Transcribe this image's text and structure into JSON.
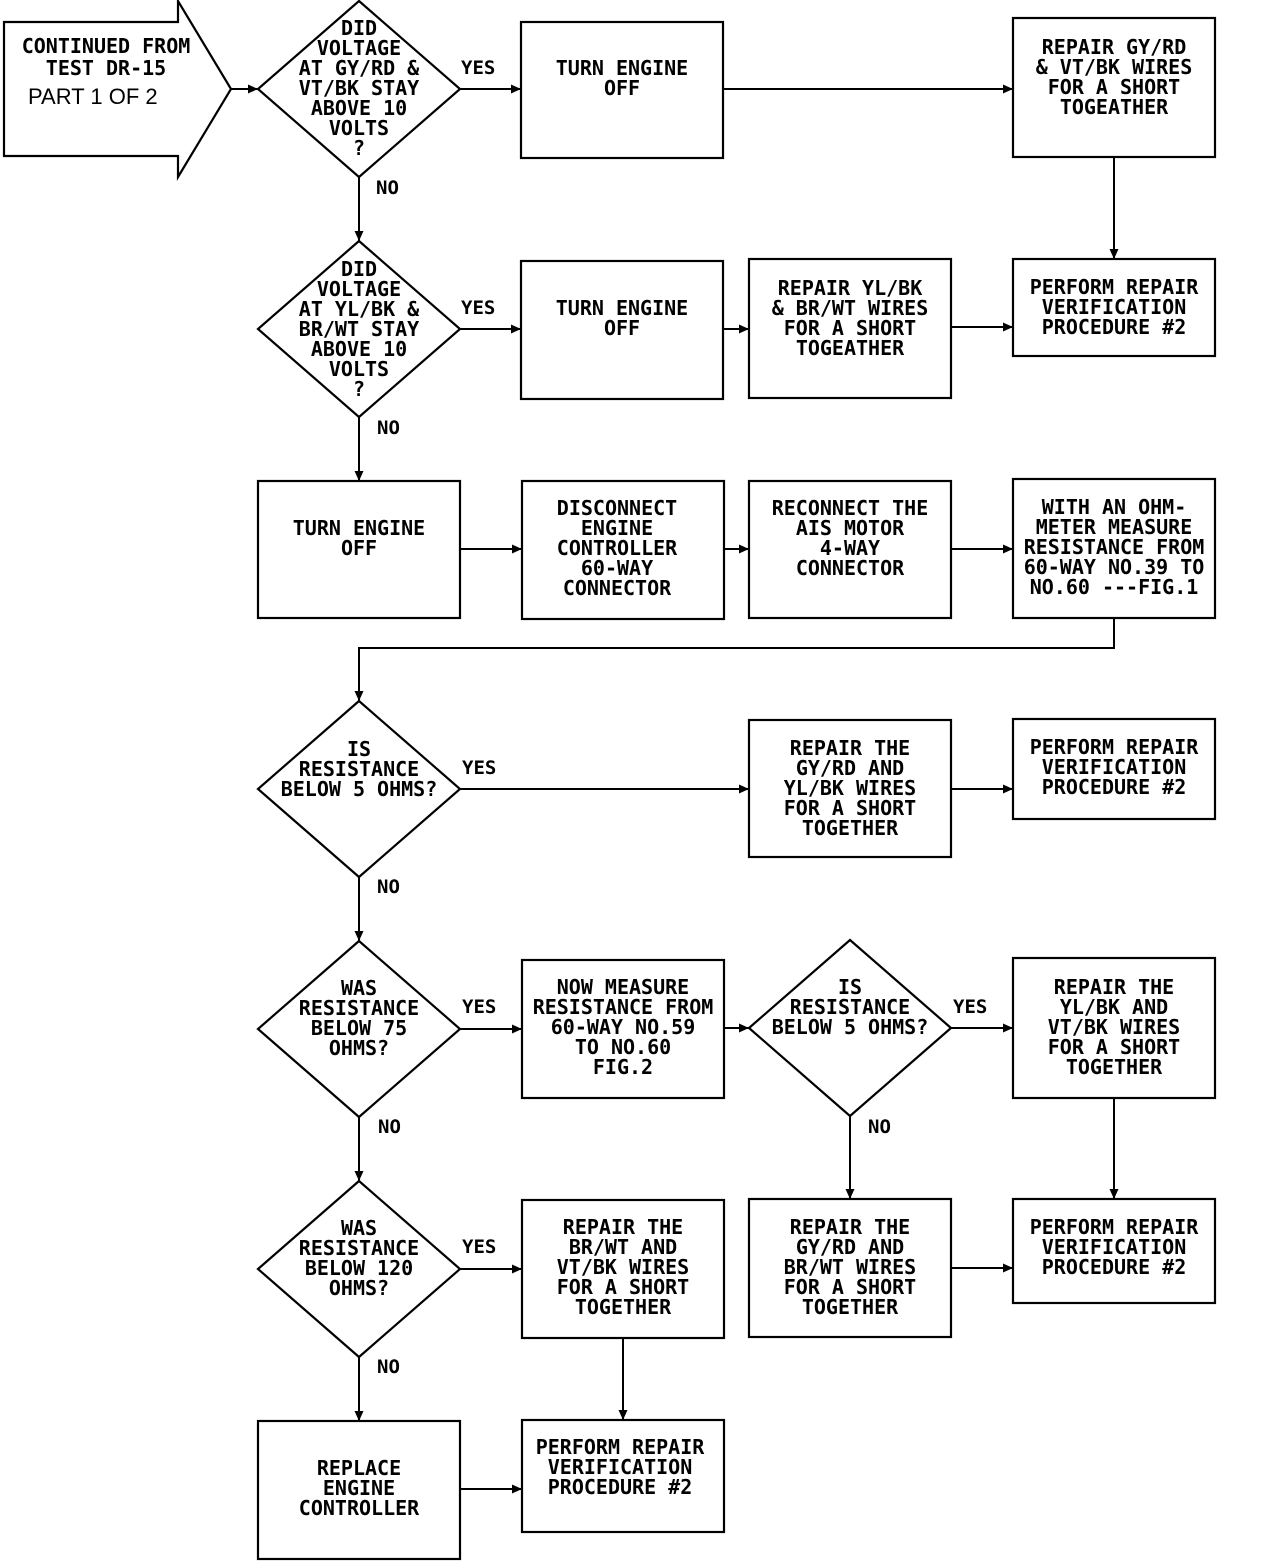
{
  "entry": {
    "title": "CONTINUED FROM\nTEST DR-15",
    "part": "PART 1 OF 2"
  },
  "edge_labels": {
    "yes": "YES",
    "no": "NO"
  },
  "decisions": {
    "voltage_gyrd_vtbk": "DID\nVOLTAGE\nAT GY/RD &\nVT/BK STAY\nABOVE 10\nVOLTS\n?",
    "voltage_ylbk_brwt": "DID\nVOLTAGE\nAT YL/BK &\nBR/WT STAY\nABOVE 10\nVOLTS\n?",
    "resistance_below_5_a": "IS\nRESISTANCE\nBELOW 5 OHMS?",
    "resistance_below_75": "WAS\nRESISTANCE\nBELOW 75\nOHMS?",
    "resistance_below_5_b": "IS\nRESISTANCE\nBELOW 5 OHMS?",
    "resistance_below_120": "WAS\nRESISTANCE\nBELOW 120\nOHMS?"
  },
  "steps": {
    "turn_engine_off_1": "TURN ENGINE\nOFF",
    "repair_gyrd_vtbk": "REPAIR GY/RD\n& VT/BK WIRES\nFOR A SHORT\nTOGEATHER",
    "turn_engine_off_2": "TURN ENGINE\nOFF",
    "repair_ylbk_brwt": "REPAIR YL/BK\n& BR/WT WIRES\nFOR A SHORT\nTOGEATHER",
    "verification_1": "PERFORM REPAIR\nVERIFICATION\nPROCEDURE #2",
    "turn_engine_off_3": "TURN ENGINE\nOFF",
    "disconnect_controller": "DISCONNECT\nENGINE\nCONTROLLER\n60-WAY\nCONNECTOR",
    "reconnect_ais_motor": "RECONNECT THE\nAIS MOTOR\n4-WAY\nCONNECTOR",
    "measure_39_to_60": "WITH AN OHM-\nMETER MEASURE\nRESISTANCE FROM\n60-WAY NO.39 TO\nNO.60 ---FIG.1",
    "repair_gyrd_ylbk": "REPAIR THE\nGY/RD AND\nYL/BK WIRES\nFOR A SHORT\nTOGETHER",
    "verification_2": "PERFORM REPAIR\nVERIFICATION\nPROCEDURE #2",
    "measure_59_to_60": "NOW MEASURE\nRESISTANCE FROM\n60-WAY NO.59\nTO NO.60\nFIG.2",
    "repair_ylbk_vtbk": "REPAIR THE\nYL/BK AND\nVT/BK WIRES\nFOR A SHORT\nTOGETHER",
    "repair_brwt_vtbk": "REPAIR THE\nBR/WT AND\nVT/BK WIRES\nFOR A SHORT\nTOGETHER",
    "repair_gyrd_brwt": "REPAIR THE\nGY/RD AND\nBR/WT WIRES\nFOR A SHORT\nTOGETHER",
    "verification_3": "PERFORM REPAIR\nVERIFICATION\nPROCEDURE #2",
    "replace_controller": "REPLACE\nENGINE\nCONTROLLER",
    "verification_4": "PERFORM REPAIR\nVERIFICATION\nPROCEDURE #2"
  },
  "colors": {
    "ink": "#000000",
    "background": "#ffffff"
  }
}
